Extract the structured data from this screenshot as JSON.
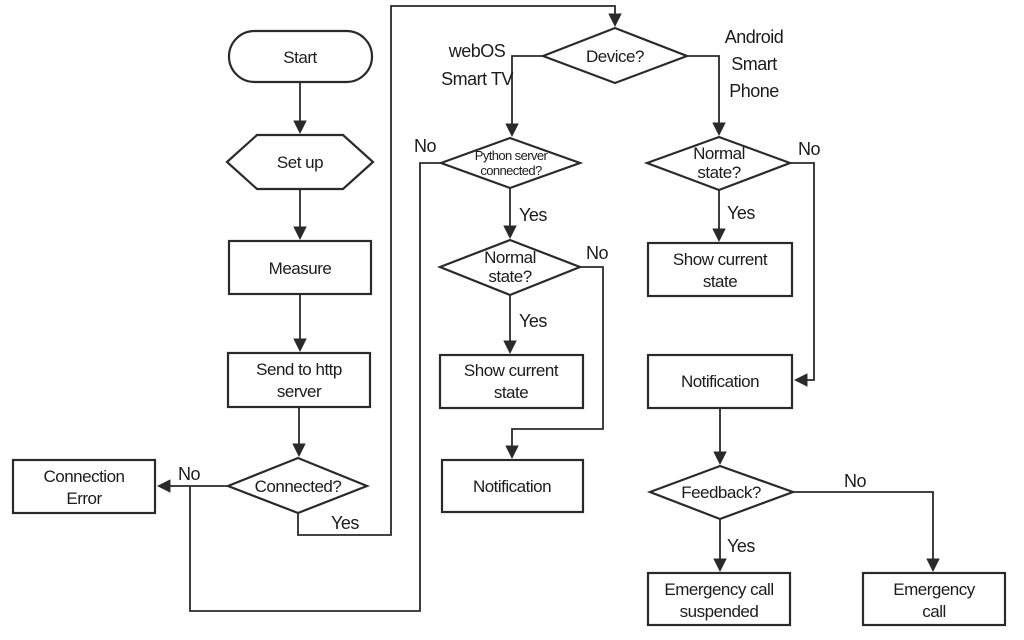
{
  "diagram": {
    "type": "flowchart",
    "background_color": "#ffffff",
    "line_color": "#2a2a2a",
    "text_color": "#1c1c1c",
    "nodes": {
      "start": "Start",
      "setup": "Set up",
      "measure": "Measure",
      "send_http_1": "Send to http",
      "send_http_2": "server",
      "connected": "Connected?",
      "connection_error_1": "Connection",
      "connection_error_2": "Error",
      "device": "Device?",
      "python_server_1": "Python server",
      "python_server_2": "connected?",
      "normal_state_1": "Normal",
      "normal_state_2": "state?",
      "show_current_1": "Show current",
      "show_current_2": "state",
      "notification": "Notification",
      "feedback": "Feedback?",
      "emergency_suspended_1": "Emergency call",
      "emergency_suspended_2": "suspended",
      "emergency_call_1": "Emergency",
      "emergency_call_2": "call"
    },
    "branches": {
      "yes": "Yes",
      "no": "No"
    },
    "annotations": {
      "webos_1": "webOS",
      "webos_2": "Smart TV",
      "android_1": "Android",
      "android_2": "Smart",
      "android_3": "Phone"
    }
  }
}
